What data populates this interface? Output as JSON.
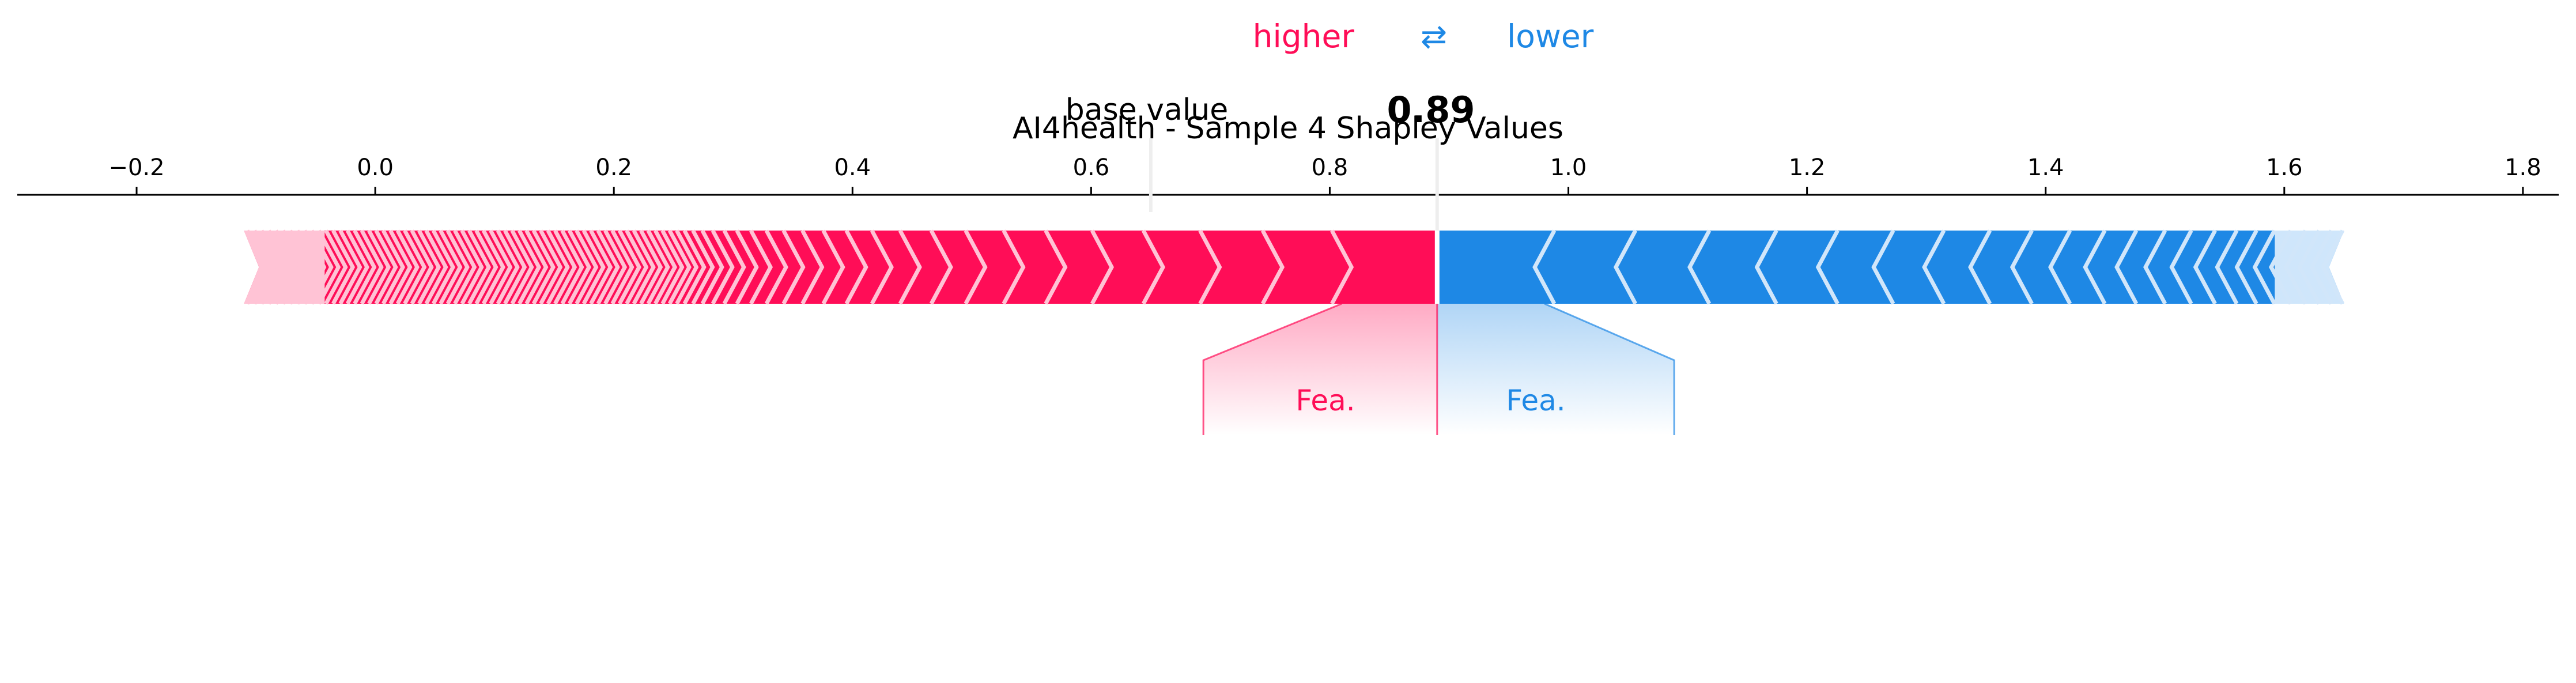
{
  "chart_data": {
    "type": "force",
    "title": "AI4health - Sample 4 Shapley Values",
    "legend": {
      "higher_label": "higher",
      "lower_label": "lower",
      "arrow_glyph": "⇄",
      "higher_color": "#ff0d57",
      "lower_color": "#1e88e5"
    },
    "base_value_label": "base value",
    "base_value": 0.65,
    "output_value": 0.89,
    "output_value_label": "0.89",
    "xlim": [
      -0.3,
      1.83
    ],
    "ticks": [
      -0.2,
      0.0,
      0.2,
      0.4,
      0.6,
      0.8,
      1.0,
      1.2,
      1.4,
      1.6,
      1.8
    ],
    "tick_labels": [
      "−0.2",
      "0.0",
      "0.2",
      "0.4",
      "0.6",
      "0.8",
      "1.0",
      "1.2",
      "1.4",
      "1.6",
      "1.8"
    ],
    "positive_bar_range": [
      -0.11,
      0.89
    ],
    "negative_bar_range": [
      0.89,
      1.65
    ],
    "highlight": {
      "positive_segment": [
        0.81,
        0.89
      ],
      "negative_segment": [
        0.89,
        0.98
      ],
      "positive_feature_label": "Fea.",
      "negative_feature_label": "Fea."
    }
  }
}
